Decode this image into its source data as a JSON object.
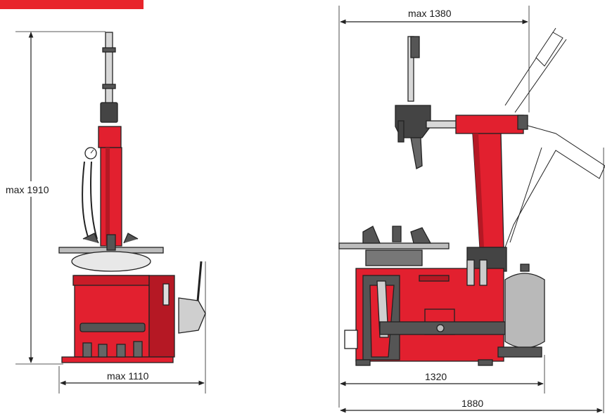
{
  "colors": {
    "machine_red": "#e2202f",
    "machine_red_dark": "#b51824",
    "header_bar": "#e8242b",
    "outline": "#222222",
    "tank_grey": "#b9b9b9",
    "dark_grey": "#555555",
    "dimension_line": "#222222"
  },
  "icons": {
    "front_view": "tyre-changer-front-view-icon",
    "side_view": "tyre-changer-side-view-icon",
    "air_tank": "air-tank-icon"
  },
  "dimensions": {
    "front_height_label": "max 1910",
    "front_width_label": "max 1110",
    "side_top_width_label": "max 1380",
    "side_base_width_label": "1320",
    "side_total_width_label": "1880"
  }
}
